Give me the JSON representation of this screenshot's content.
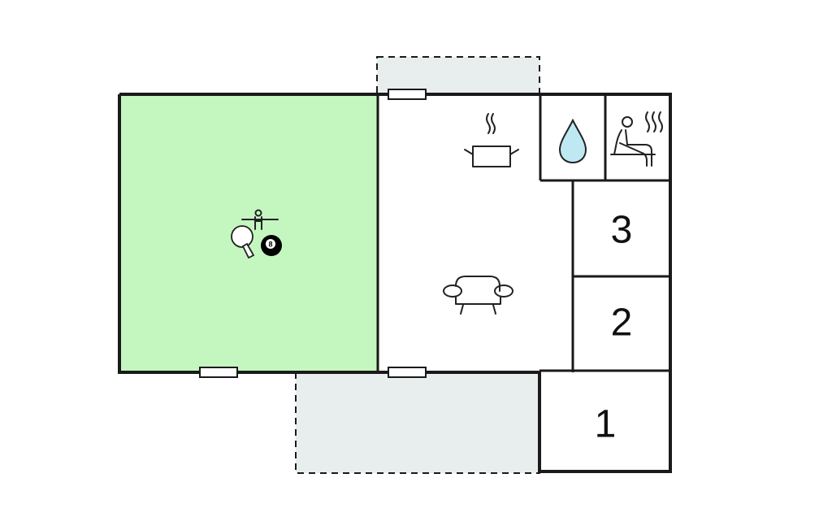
{
  "colors": {
    "game_room": "#c4f7c0",
    "terrace": "#e8eeee",
    "water_drop": "#bfe9f2",
    "walls": "#1a1a1a",
    "background": "#ffffff"
  },
  "rooms": [
    {
      "id": "game-room",
      "icons": [
        "ping-pong-icon",
        "foosball-icon",
        "billiard-ball-icon"
      ],
      "ball_number": "8"
    },
    {
      "id": "living-area",
      "icons": [
        "cooking-pot-icon",
        "sofa-icon"
      ]
    },
    {
      "id": "bathroom",
      "icons": [
        "water-drop-icon"
      ]
    },
    {
      "id": "sauna",
      "icons": [
        "sauna-icon"
      ]
    },
    {
      "id": "bedroom-3",
      "label": "3"
    },
    {
      "id": "bedroom-2",
      "label": "2"
    },
    {
      "id": "bedroom-1",
      "label": "1"
    }
  ],
  "terraces": [
    "terrace-top",
    "terrace-bottom"
  ],
  "doors": [
    "door-top",
    "door-game-room",
    "door-living-bottom"
  ]
}
